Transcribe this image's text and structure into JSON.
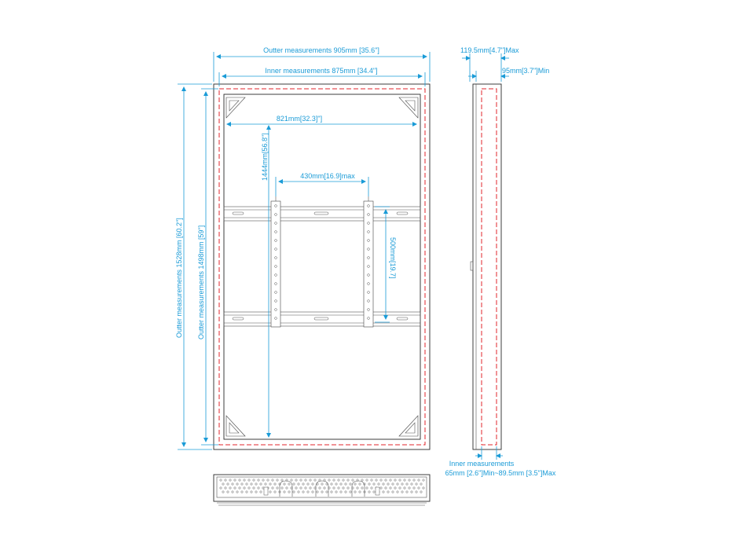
{
  "front_view": {
    "outer_width_label": "Outter measurements 905mm [35.6\"]",
    "inner_width_label": "Inner measurements 875mm [34.4\"]",
    "screen_width_label": "821mm[32.3]\"]",
    "screen_height_label": "1444mm[56.8\"]",
    "vesa_width_label": "430mm[16.9]max",
    "vesa_height_label": "500mm[19.7]",
    "outer_height_label": "Outter measurements 1528mm [60.2\"]",
    "inner_height_label": "Outter measurements 1498mm [59\"]"
  },
  "side_view": {
    "max_depth_label": "119.5mm[4.7\"]Max",
    "min_depth_label": "95mm[3.7\"]Min",
    "inner_depth_title": "Inner measurements",
    "inner_depth_range": "65mm [2.6\"]Min~89.5mm [3.5\"]Max"
  },
  "colors": {
    "dimension": "#1a9bd7",
    "frame": "#2a2a2a",
    "inner_outline": "#e0262b"
  }
}
